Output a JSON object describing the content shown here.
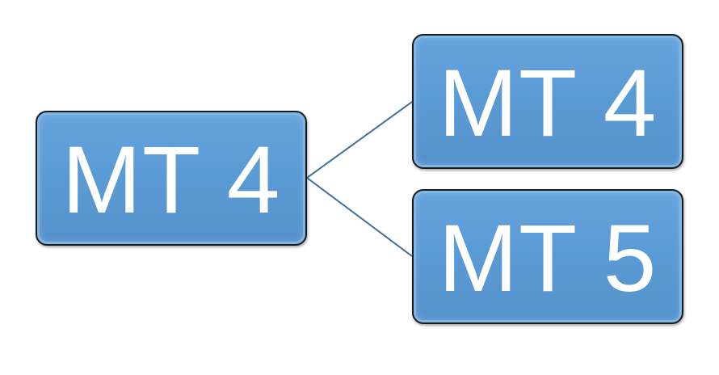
{
  "diagram": {
    "root": {
      "label": "MT 4"
    },
    "children": [
      {
        "label": "MT 4"
      },
      {
        "label": "MT 5"
      }
    ],
    "colors": {
      "node_fill": "#5b9bd5",
      "node_border": "#1a1a1a",
      "node_text": "#ffffff",
      "connector": "#41719c"
    }
  }
}
